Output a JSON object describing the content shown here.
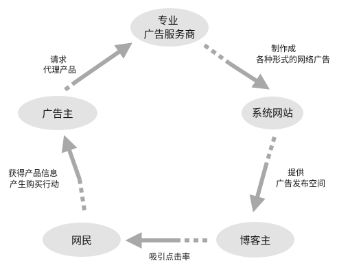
{
  "colors": {
    "node_fill": "#e3e3e3",
    "arrow": "#a8a8a8",
    "text": "#111111"
  },
  "nodes": {
    "service_provider": {
      "lines": [
        "专业",
        "广告服务商"
      ]
    },
    "website": {
      "lines": [
        "系统网站"
      ]
    },
    "blogger": {
      "lines": [
        "博客主"
      ]
    },
    "netizen": {
      "lines": [
        "网民"
      ]
    },
    "advertiser": {
      "lines": [
        "广告主"
      ]
    }
  },
  "edges": {
    "advertiser_to_provider": {
      "lines": [
        "请求",
        "代理产品"
      ]
    },
    "provider_to_website": {
      "lines": [
        "制作成",
        "各种形式的网络广告"
      ]
    },
    "website_to_blogger": {
      "lines": [
        "提供",
        "广告发布空间"
      ]
    },
    "blogger_to_netizen": {
      "lines": [
        "吸引点击率"
      ]
    },
    "netizen_to_advertiser": {
      "lines": [
        "获得产品信息",
        "产生购买行动"
      ]
    }
  }
}
